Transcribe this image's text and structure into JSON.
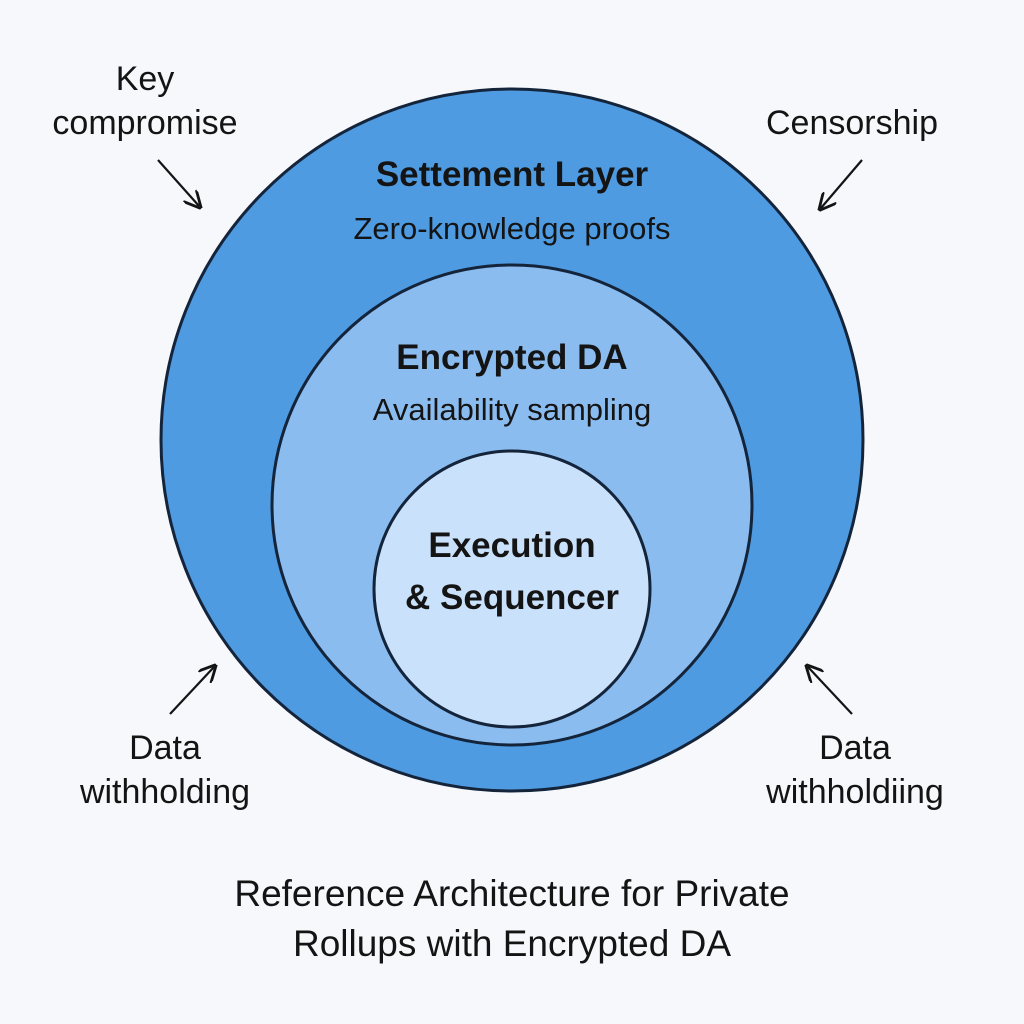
{
  "diagram": {
    "layers": [
      {
        "id": "settlement",
        "title": "Settement Layer",
        "subtitle": "Zero-knowledge proofs",
        "fill": "#4f9be2"
      },
      {
        "id": "encrypted-da",
        "title": "Encrypted DA",
        "subtitle": "Availability sampling",
        "fill": "#8bbcef"
      },
      {
        "id": "execution",
        "title_line1": "Execution",
        "title_line2": "& Sequencer",
        "fill": "#c9e1fb"
      }
    ],
    "threats": [
      {
        "id": "key-compromise",
        "line1": "Key",
        "line2": "compromise"
      },
      {
        "id": "censorship",
        "line1": "Censorship"
      },
      {
        "id": "data-withholding-left",
        "line1": "Data",
        "line2": "withholding"
      },
      {
        "id": "data-withholding-right",
        "line1": "Data",
        "line2": "withholdiing"
      }
    ],
    "caption": {
      "line1": "Reference Architecture for Private",
      "line2": "Rollups with Encrypted DA"
    },
    "colors": {
      "outline": "#14243a",
      "background": "#f6f8fb",
      "text": "#141414"
    }
  }
}
